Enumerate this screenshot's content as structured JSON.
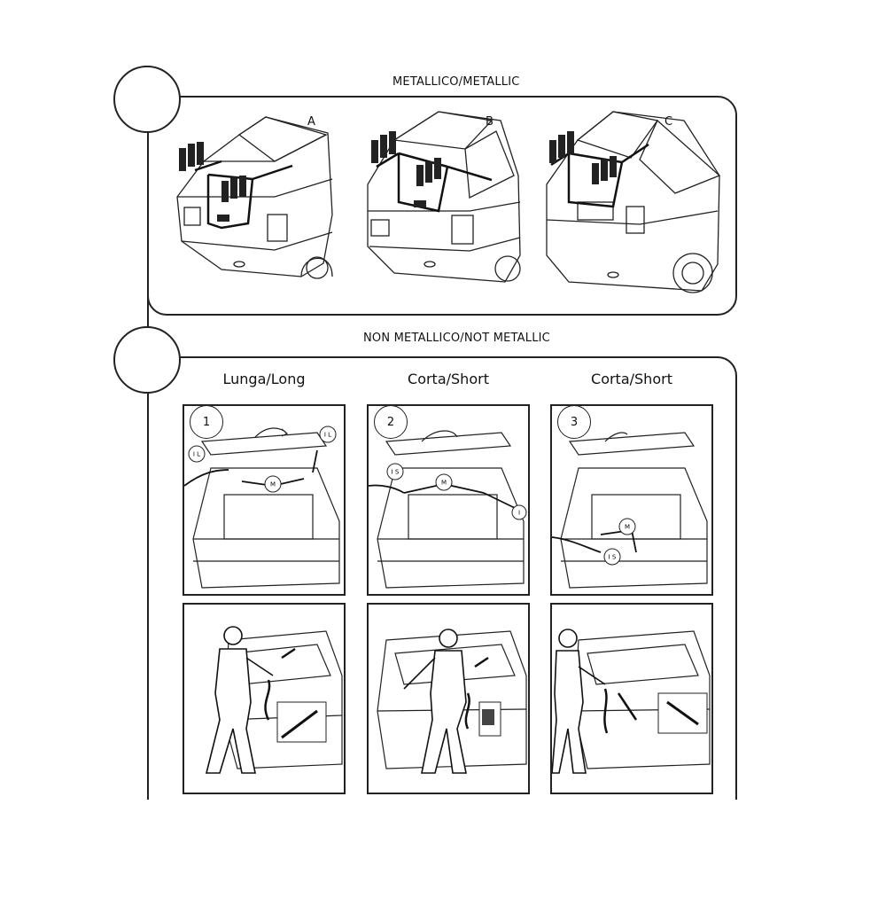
{
  "section_metallic": {
    "title": "METALLICO/METALLIC",
    "panels": [
      {
        "label": "A"
      },
      {
        "label": "B"
      },
      {
        "label": "C"
      }
    ]
  },
  "section_not_metallic": {
    "title": "NON METALLICO/NOT METALLIC",
    "columns": [
      {
        "title": "Lunga/Long",
        "step": "1",
        "tags": [
          "I L",
          "I L",
          "M"
        ]
      },
      {
        "title": "Corta/Short",
        "step": "2",
        "tags": [
          "I S",
          "I",
          "M"
        ]
      },
      {
        "title": "Corta/Short",
        "step": "3",
        "tags": [
          "M",
          "I S"
        ]
      }
    ]
  }
}
